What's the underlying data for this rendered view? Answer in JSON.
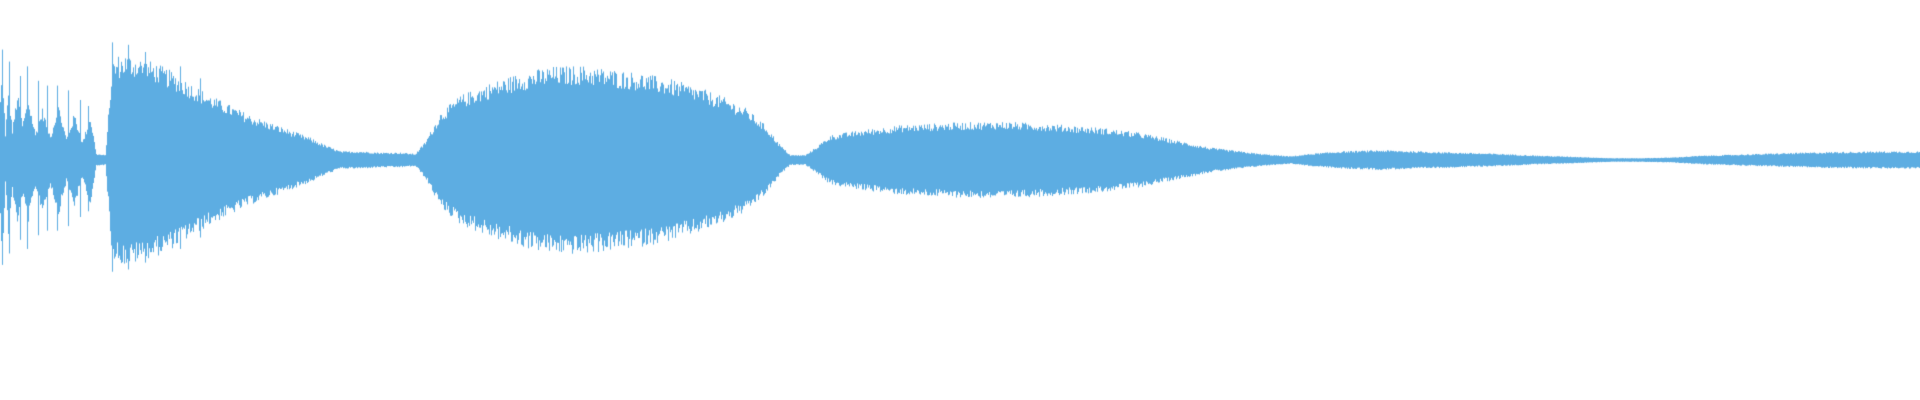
{
  "waveform": {
    "color": "#5dade2",
    "background": "#ffffff",
    "amplitude_envelope": [
      [
        0,
        0.5
      ],
      [
        2,
        0.8
      ],
      [
        5,
        0.2
      ],
      [
        8,
        0.62
      ],
      [
        12,
        0.25
      ],
      [
        17,
        0.55
      ],
      [
        22,
        0.3
      ],
      [
        28,
        0.5
      ],
      [
        35,
        0.22
      ],
      [
        42,
        0.42
      ],
      [
        50,
        0.2
      ],
      [
        58,
        0.45
      ],
      [
        66,
        0.18
      ],
      [
        74,
        0.38
      ],
      [
        82,
        0.15
      ],
      [
        90,
        0.36
      ],
      [
        96,
        0.05
      ],
      [
        105,
        0.04
      ],
      [
        112,
        0.8
      ],
      [
        125,
        0.85
      ],
      [
        140,
        0.82
      ],
      [
        155,
        0.78
      ],
      [
        170,
        0.72
      ],
      [
        190,
        0.62
      ],
      [
        210,
        0.52
      ],
      [
        230,
        0.44
      ],
      [
        250,
        0.36
      ],
      [
        270,
        0.3
      ],
      [
        290,
        0.24
      ],
      [
        310,
        0.18
      ],
      [
        325,
        0.12
      ],
      [
        340,
        0.07
      ],
      [
        360,
        0.07
      ],
      [
        380,
        0.06
      ],
      [
        400,
        0.06
      ],
      [
        415,
        0.05
      ],
      [
        425,
        0.15
      ],
      [
        440,
        0.38
      ],
      [
        460,
        0.52
      ],
      [
        490,
        0.62
      ],
      [
        520,
        0.7
      ],
      [
        550,
        0.75
      ],
      [
        580,
        0.76
      ],
      [
        610,
        0.73
      ],
      [
        640,
        0.7
      ],
      [
        670,
        0.65
      ],
      [
        700,
        0.58
      ],
      [
        725,
        0.5
      ],
      [
        745,
        0.42
      ],
      [
        765,
        0.28
      ],
      [
        780,
        0.12
      ],
      [
        790,
        0.04
      ],
      [
        805,
        0.04
      ],
      [
        815,
        0.1
      ],
      [
        830,
        0.2
      ],
      [
        860,
        0.24
      ],
      [
        900,
        0.28
      ],
      [
        950,
        0.3
      ],
      [
        1000,
        0.31
      ],
      [
        1050,
        0.29
      ],
      [
        1100,
        0.26
      ],
      [
        1140,
        0.22
      ],
      [
        1175,
        0.16
      ],
      [
        1210,
        0.1
      ],
      [
        1240,
        0.07
      ],
      [
        1260,
        0.05
      ],
      [
        1290,
        0.03
      ],
      [
        1310,
        0.05
      ],
      [
        1340,
        0.07
      ],
      [
        1380,
        0.08
      ],
      [
        1420,
        0.07
      ],
      [
        1460,
        0.06
      ],
      [
        1500,
        0.05
      ],
      [
        1540,
        0.035
      ],
      [
        1580,
        0.025
      ],
      [
        1610,
        0.015
      ],
      [
        1640,
        0.015
      ],
      [
        1670,
        0.02
      ],
      [
        1700,
        0.035
      ],
      [
        1740,
        0.045
      ],
      [
        1780,
        0.055
      ],
      [
        1830,
        0.065
      ],
      [
        1880,
        0.07
      ],
      [
        1919,
        0.07
      ]
    ],
    "transient_spikes": [
      [
        2,
        0.92
      ],
      [
        9,
        0.82
      ],
      [
        20,
        0.7
      ],
      [
        27,
        0.78
      ],
      [
        38,
        0.66
      ],
      [
        47,
        0.62
      ],
      [
        57,
        0.62
      ],
      [
        68,
        0.58
      ],
      [
        80,
        0.5
      ],
      [
        88,
        0.45
      ],
      [
        112,
        0.98
      ],
      [
        118,
        0.86
      ],
      [
        128,
        0.96
      ],
      [
        145,
        0.9
      ],
      [
        180,
        0.78
      ],
      [
        200,
        0.68
      ]
    ]
  }
}
